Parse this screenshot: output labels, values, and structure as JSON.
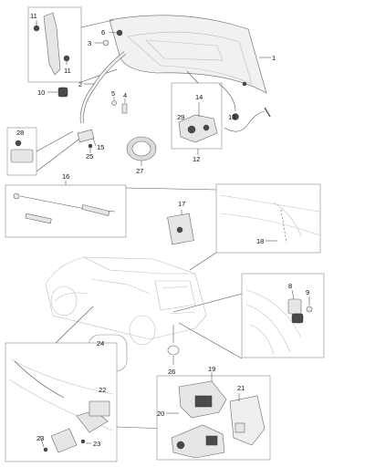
{
  "callouts": [
    "11",
    "6",
    "3",
    "11",
    "1",
    "2",
    "10",
    "5",
    "4",
    "14",
    "29",
    "13",
    "28",
    "15",
    "25",
    "12",
    "27",
    "16",
    "17",
    "18",
    "8",
    "9",
    "24",
    "26",
    "19",
    "22",
    "21",
    "20",
    "23",
    "23"
  ]
}
